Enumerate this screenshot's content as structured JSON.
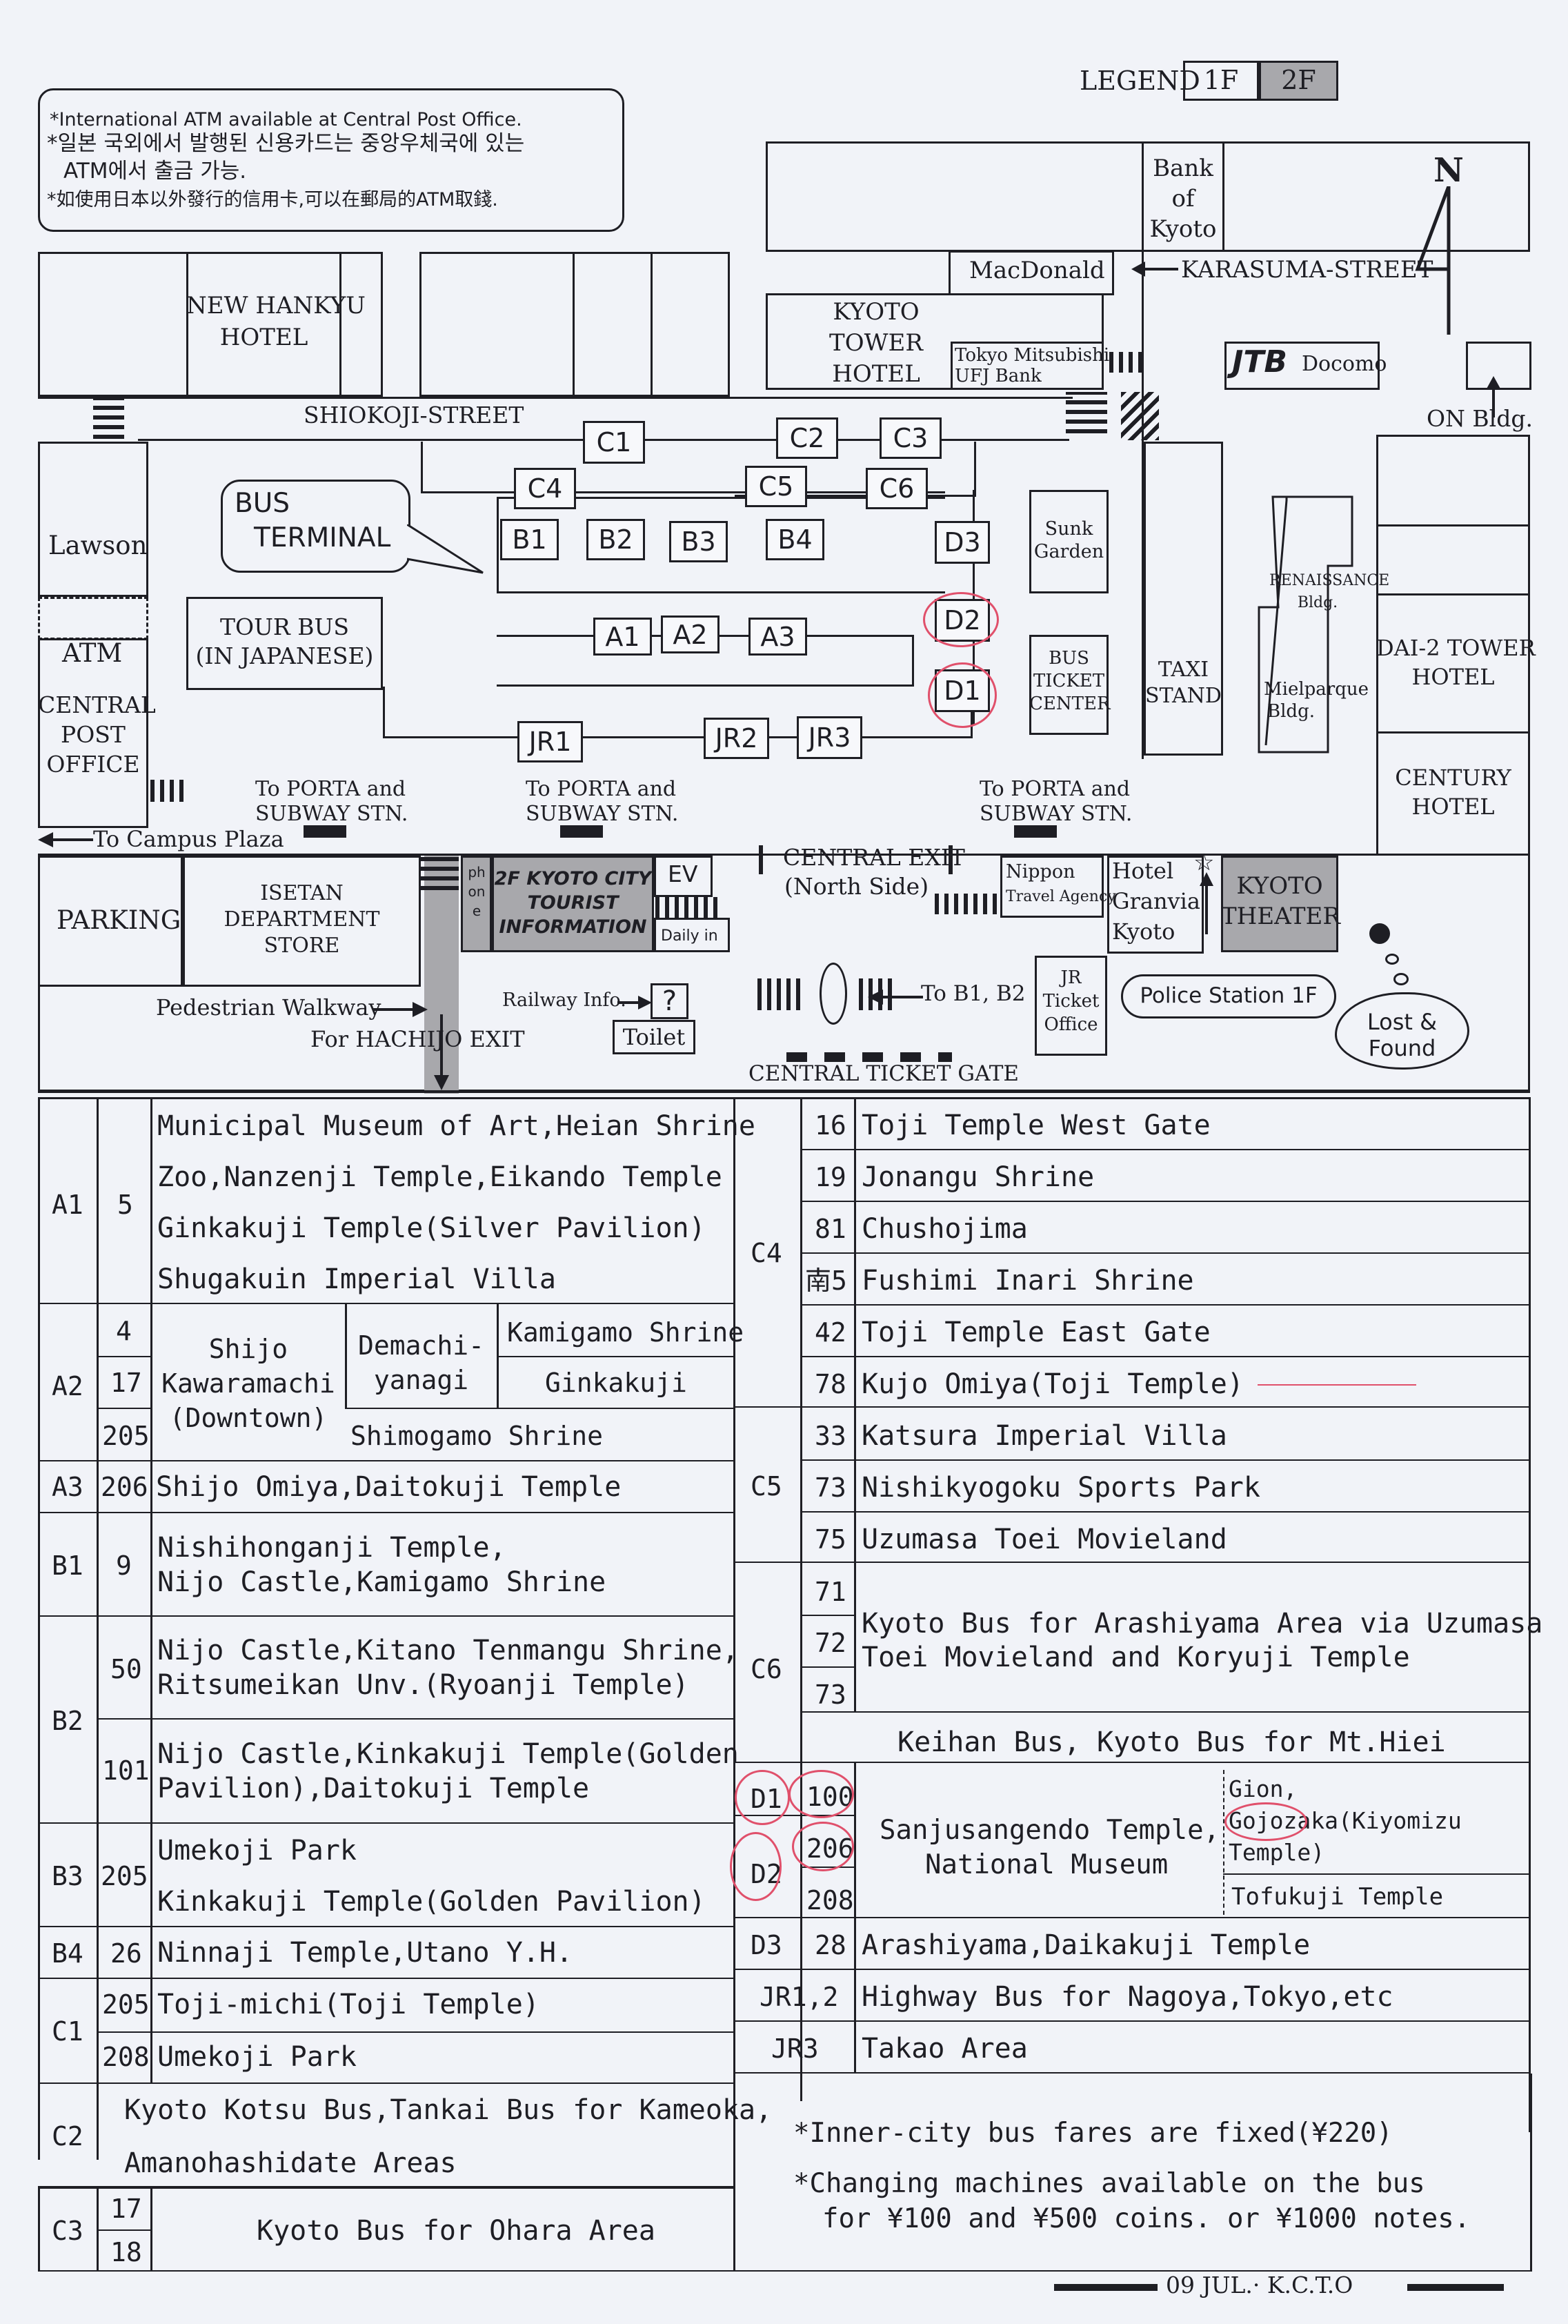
{
  "atm_note": {
    "en": "*International ATM available at Central Post Office.",
    "ko1": "*일본 국외에서 발행된 신용카드는 중앙우체국에 있는",
    "ko2": "ATM에서 출금 가능.",
    "zh": "*如使用日本以外發行的信用卡,可以在郵局的ATM取錢."
  },
  "legend": {
    "label": "LEGEND",
    "f1": "1F",
    "f2": "2F"
  },
  "north": "N",
  "places": {
    "bank": [
      "Bank",
      "of",
      "Kyoto"
    ],
    "macdonald": "MacDonald",
    "karasuma": "KARASUMA-STREET",
    "new_hankyu": [
      "NEW HANKYU",
      "HOTEL"
    ],
    "kyoto_tower": [
      "KYOTO",
      "TOWER",
      "HOTEL"
    ],
    "tokyo_mitsubishi": [
      "Tokyo Mitsubishi",
      "UFJ Bank"
    ],
    "jtb": "JTB",
    "docomo": "Docomo",
    "on_bldg": "ON Bldg.",
    "shiokoji": "SHIOKOJI-STREET",
    "bus_terminal": [
      "BUS",
      "TERMINAL"
    ],
    "lawson": "Lawson",
    "atm": "ATM",
    "central_post": [
      "CENTRAL",
      "POST",
      "OFFICE"
    ],
    "tour_bus": [
      "TOUR BUS",
      "(IN JAPANESE)"
    ],
    "sunk_garden": [
      "Sunk",
      "Garden"
    ],
    "bus_ticket": [
      "BUS",
      "TICKET",
      "CENTER"
    ],
    "taxi": [
      "TAXI",
      "STAND"
    ],
    "renaissance": [
      "RENAISSANCE",
      "Bldg."
    ],
    "mielparque": [
      "Mielparque",
      "Bldg."
    ],
    "dai2": [
      "DAI-2 TOWER",
      "HOTEL"
    ],
    "century": [
      "CENTURY",
      "HOTEL"
    ],
    "to_porta1": [
      "To PORTA and",
      "SUBWAY STN."
    ],
    "to_porta2": [
      "To PORTA and",
      "SUBWAY STN."
    ],
    "to_porta3": [
      "To PORTA and",
      "SUBWAY STN."
    ],
    "to_campus": "To Campus Plaza",
    "parking": "PARKING",
    "isetan": [
      "ISETAN",
      "DEPARTMENT",
      "STORE"
    ],
    "phone": "phone",
    "tourist_info": [
      "2F KYOTO CITY",
      "TOURIST",
      "INFORMATION"
    ],
    "ev": "EV",
    "daily_in": "Daily in",
    "central_exit": [
      "CENTRAL EXIT",
      "(North Side)"
    ],
    "nippon_travel": [
      "Nippon",
      "Travel Agency"
    ],
    "granvia": [
      "Hotel",
      "Granvia",
      "Kyoto"
    ],
    "kyoto_theater": [
      "KYOTO",
      "THEATER"
    ],
    "jr_ticket": [
      "JR",
      "Ticket",
      "Office"
    ],
    "police": "Police Station 1F",
    "lost_found": [
      "Lost &",
      "Found"
    ],
    "pedestrian": "Pedestrian Walkway",
    "hachijo": "For HACHIJO EXIT",
    "railway_info": "Railway Info.",
    "info_q": "?",
    "toilet": "Toilet",
    "to_b1b2": "To B1, B2",
    "central_ticket_gate": "CENTRAL TICKET GATE"
  },
  "stops": [
    "C1",
    "C2",
    "C3",
    "C4",
    "C5",
    "C6",
    "B1",
    "B2",
    "B3",
    "B4",
    "D3",
    "D2",
    "D1",
    "A1",
    "A2",
    "A3",
    "JR1",
    "JR2",
    "JR3"
  ],
  "left_table": {
    "a1": {
      "stop": "A1",
      "no": "5",
      "dest": [
        "Municipal Museum of Art,Heian Shrine",
        "Zoo,Nanzenji Temple,Eikando Temple",
        "Ginkakuji Temple(Silver Pavilion)",
        "Shugakuin Imperial Villa"
      ]
    },
    "a2": {
      "stop": "A2",
      "nos": [
        "4",
        "17",
        "205"
      ],
      "area": [
        "Shijo",
        "Kawaramachi",
        "(Downtown)"
      ],
      "demachi": [
        "Demachi-",
        "yanagi"
      ],
      "kamigamo": "Kamigamo Shrine",
      "ginkakuji": "Ginkakuji",
      "shimogamo": "Shimogamo Shrine"
    },
    "a3": {
      "stop": "A3",
      "no": "206",
      "dest": "Shijo Omiya,Daitokuji Temple"
    },
    "b1": {
      "stop": "B1",
      "no": "9",
      "dest": [
        "Nishihonganji Temple,",
        "Nijo Castle,Kamigamo Shrine"
      ]
    },
    "b2": {
      "stop": "B2",
      "no1": "50",
      "dest1": [
        "Nijo Castle,Kitano Tenmangu Shrine,",
        "Ritsumeikan Unv.(Ryoanji Temple)"
      ],
      "no2": "101",
      "dest2": [
        "Nijo Castle,Kinkakuji Temple(Golden",
        "Pavilion),Daitokuji Temple"
      ]
    },
    "b3": {
      "stop": "B3",
      "no": "205",
      "dest": [
        "Umekoji Park",
        "Kinkakuji Temple(Golden Pavilion)"
      ]
    },
    "b4": {
      "stop": "B4",
      "no": "26",
      "dest": "Ninnaji Temple,Utano Y.H."
    },
    "c1": {
      "stop": "C1",
      "no1": "205",
      "dest1": "Toji-michi(Toji Temple)",
      "no2": "208",
      "dest2": "Umekoji Park"
    },
    "c2": {
      "stop": "C2",
      "dest": [
        "Kyoto Kotsu Bus,Tankai Bus for Kameoka,",
        "Amanohashidate Areas"
      ]
    },
    "c3": {
      "stop": "C3",
      "nos": [
        "17",
        "18"
      ],
      "dest": "Kyoto Bus for Ohara Area"
    }
  },
  "right_table": {
    "c4": {
      "stop": "C4",
      "rows": [
        [
          "16",
          "Toji Temple West Gate"
        ],
        [
          "19",
          "Jonangu Shrine"
        ],
        [
          "81",
          "Chushojima"
        ],
        [
          "南5",
          "Fushimi Inari Shrine"
        ],
        [
          "42",
          "Toji Temple East Gate"
        ],
        [
          "78",
          "Kujo Omiya(Toji Temple)"
        ]
      ]
    },
    "c5": {
      "stop": "C5",
      "rows": [
        [
          "33",
          "Katsura Imperial Villa"
        ],
        [
          "73",
          "Nishikyogoku Sports Park"
        ],
        [
          "75",
          "Uzumasa Toei Movieland"
        ]
      ]
    },
    "c6": {
      "stop": "C6",
      "nos": [
        "71",
        "72",
        "73"
      ],
      "dest": [
        "Kyoto Bus for Arashiyama Area via Uzumasa",
        "Toei Movieland and Koryuji Temple"
      ],
      "keihan": "Keihan  Bus,  Kyoto Bus for Mt.Hiei"
    },
    "d": {
      "d1": "D1",
      "d2": "D2",
      "nos": [
        "100",
        "206",
        "208"
      ],
      "dest": [
        "Sanjusangendo Temple,",
        "National Museum"
      ],
      "gion": [
        "Gion,",
        "Gojozaka(Kiyomizu",
        "Temple)"
      ],
      "tofukuji": "Tofukuji Temple"
    },
    "d3": {
      "stop": "D3",
      "no": "28",
      "dest": "Arashiyama,Daikakuji Temple"
    },
    "jr12": {
      "stop": "JR1,2",
      "dest": "Highway Bus for Nagoya,Tokyo,etc"
    },
    "jr3": {
      "stop": "JR3",
      "dest": "Takao Area"
    },
    "notes": [
      "*Inner-city bus fares are fixed(¥220)",
      "*Changing machines available on the bus",
      "for ¥100 and ¥500 coins. or ¥1000 notes."
    ]
  },
  "footer": "09 JUL.· K.C.T.O"
}
